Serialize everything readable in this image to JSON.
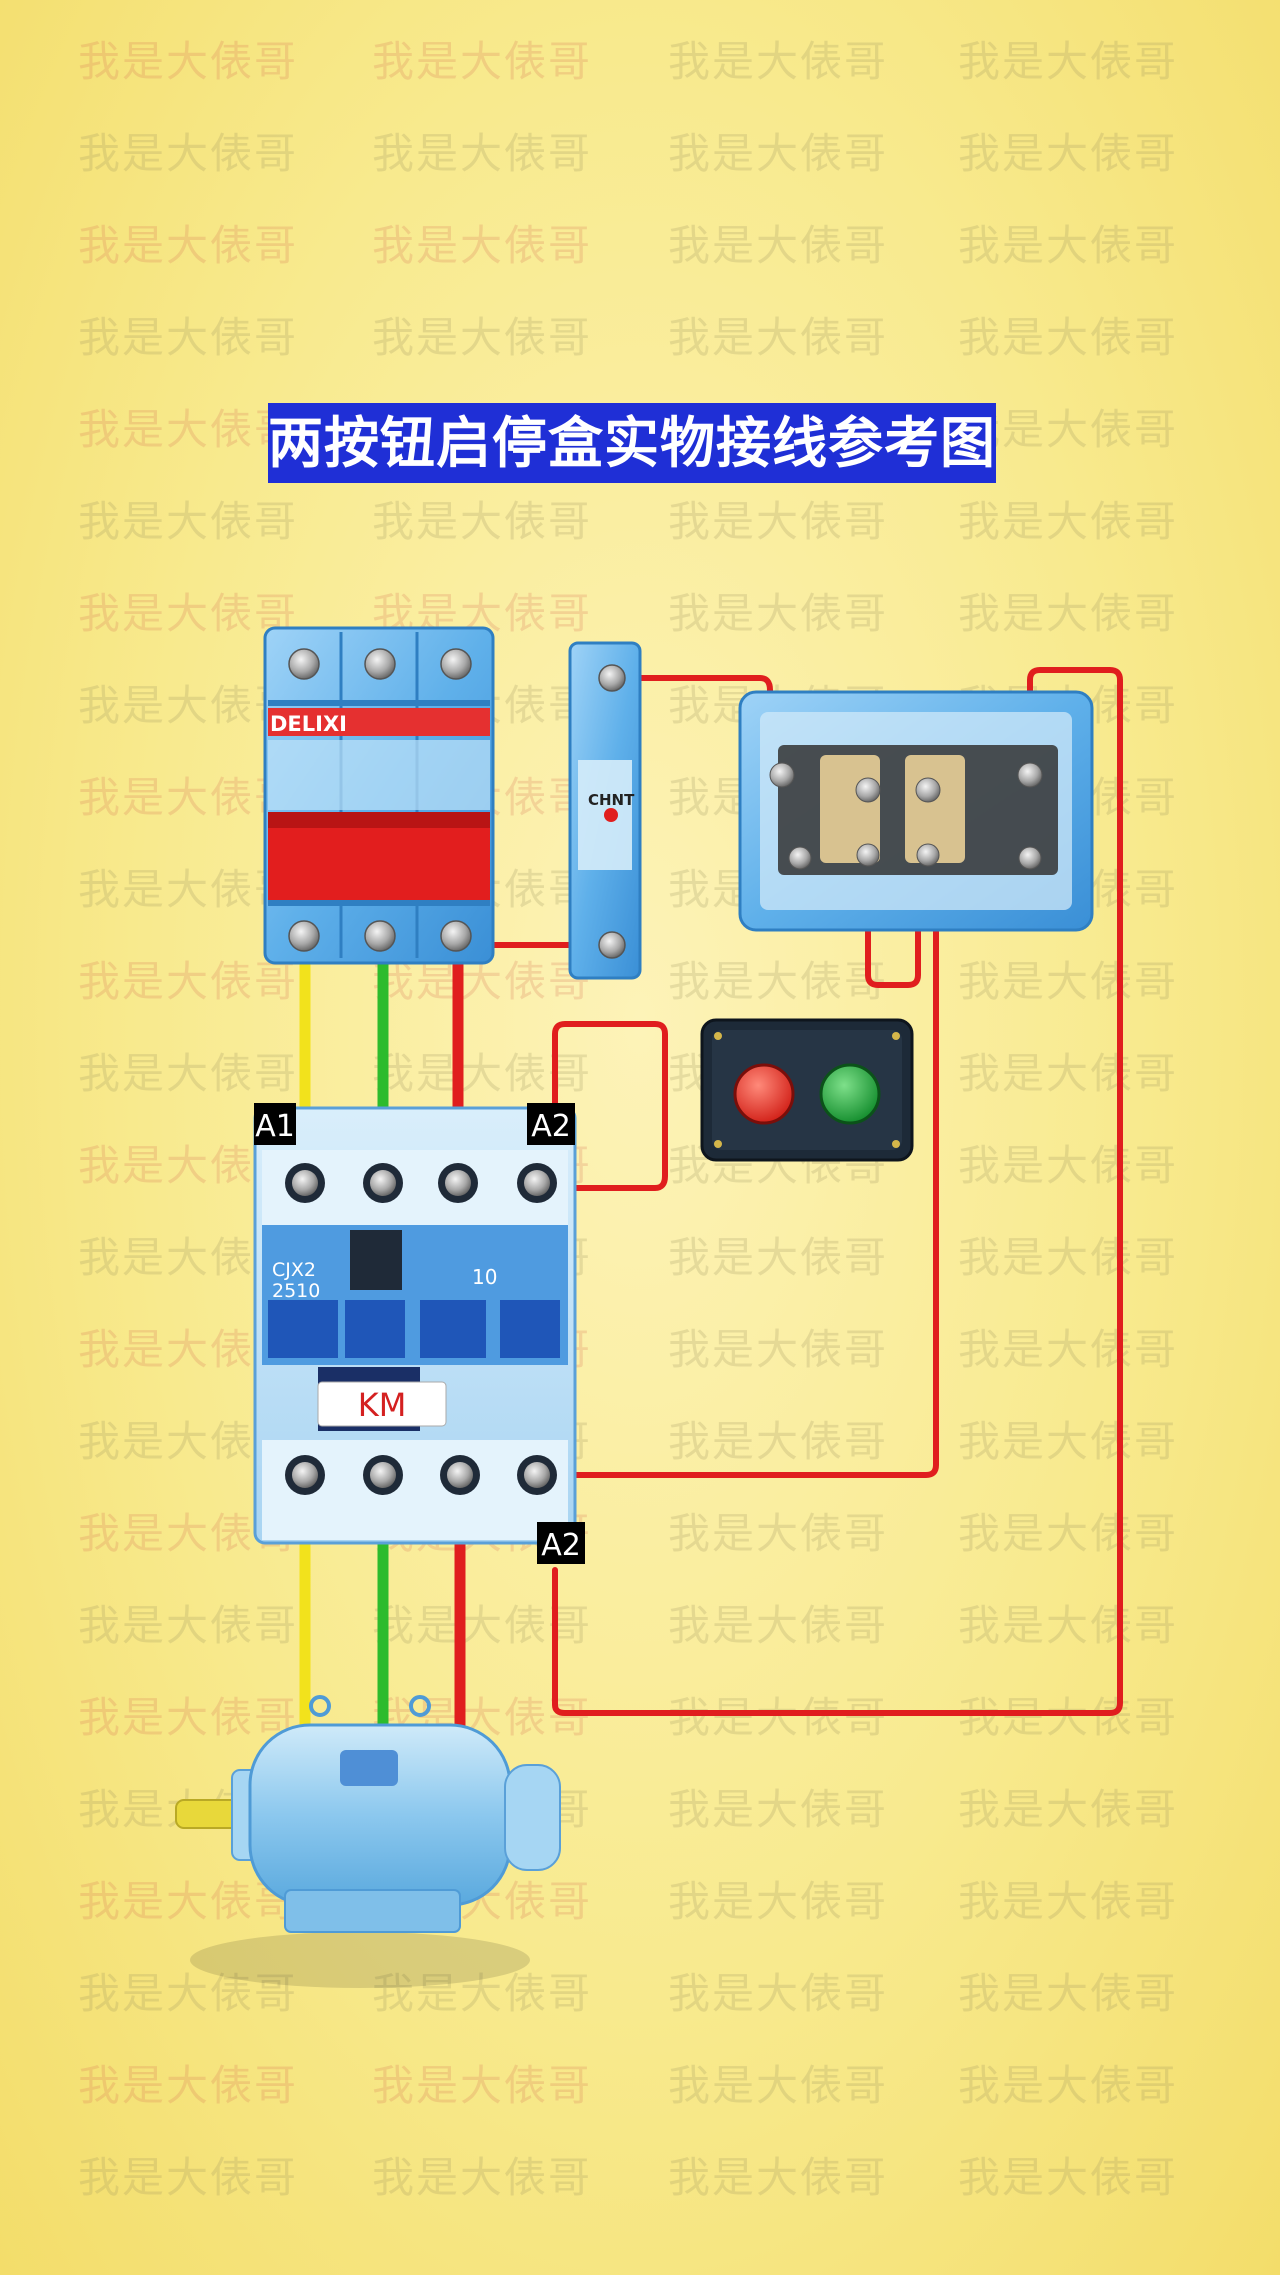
{
  "title": "两按钮启停盒实物接线参考图",
  "watermark": {
    "text": "我是大俵哥"
  },
  "breaker": {
    "brand": "DELIXI"
  },
  "fuse": {
    "brand": "CHNT"
  },
  "contactor": {
    "model_line1": "CJX2",
    "model_line2": "2510",
    "rating": "10",
    "label": "KM"
  },
  "terminal_labels": {
    "a1": "A1",
    "a2_top": "A2",
    "a2_bottom": "A2"
  },
  "colors": {
    "phase_l1": "#f2e21c",
    "phase_l2": "#2dbb2d",
    "phase_l3": "#e01e1e",
    "control": "#e01e1e",
    "title_bg": "#1f2fd6"
  }
}
